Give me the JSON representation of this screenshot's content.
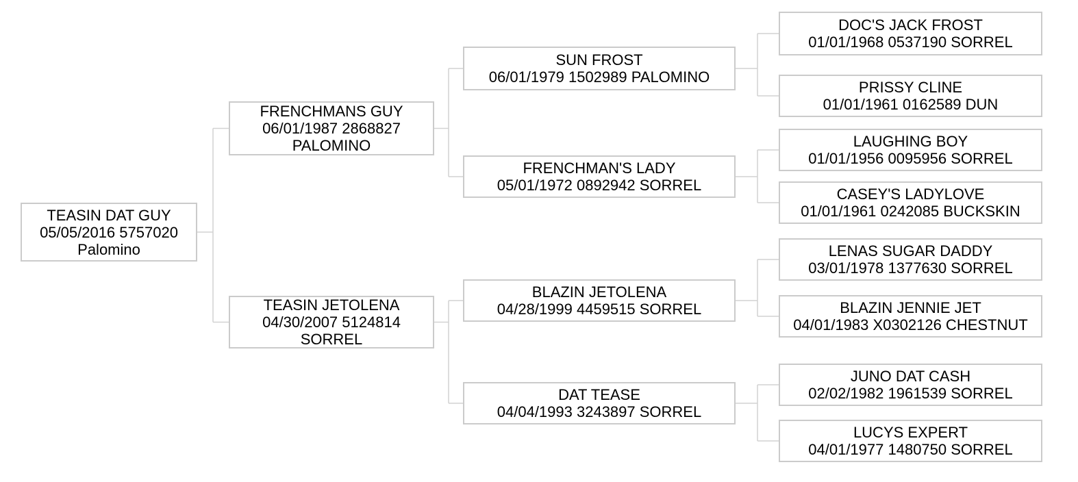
{
  "pedigree": {
    "nodes": [
      {
        "id": "subject",
        "generation": 1,
        "relation": "subject",
        "name": "TEASIN DAT GUY",
        "foaled": "05/05/2016",
        "reg_number": "5757020",
        "coat_color": "Palomino",
        "lines": [
          "TEASIN DAT GUY",
          "05/05/2016 5757020",
          "Palomino"
        ]
      },
      {
        "id": "sire",
        "generation": 2,
        "relation": "sire",
        "name": "FRENCHMANS GUY",
        "foaled": "06/01/1987",
        "reg_number": "2868827",
        "coat_color": "PALOMINO",
        "lines": [
          "FRENCHMANS GUY",
          "06/01/1987 2868827",
          "PALOMINO"
        ]
      },
      {
        "id": "dam",
        "generation": 2,
        "relation": "dam",
        "name": "TEASIN JETOLENA",
        "foaled": "04/30/2007",
        "reg_number": "5124814",
        "coat_color": "SORREL",
        "lines": [
          "TEASIN JETOLENA",
          "04/30/2007 5124814",
          "SORREL"
        ]
      },
      {
        "id": "sire_sire",
        "generation": 3,
        "relation": "sire's sire",
        "name": "SUN FROST",
        "foaled": "06/01/1979",
        "reg_number": "1502989",
        "coat_color": "PALOMINO",
        "lines": [
          "SUN FROST",
          "06/01/1979 1502989 PALOMINO"
        ]
      },
      {
        "id": "sire_dam",
        "generation": 3,
        "relation": "sire's dam",
        "name": "FRENCHMAN'S LADY",
        "foaled": "05/01/1972",
        "reg_number": "0892942",
        "coat_color": "SORREL",
        "lines": [
          "FRENCHMAN'S LADY",
          "05/01/1972 0892942 SORREL"
        ]
      },
      {
        "id": "dam_sire",
        "generation": 3,
        "relation": "dam's sire",
        "name": "BLAZIN JETOLENA",
        "foaled": "04/28/1999",
        "reg_number": "4459515",
        "coat_color": "SORREL",
        "lines": [
          "BLAZIN JETOLENA",
          "04/28/1999 4459515 SORREL"
        ]
      },
      {
        "id": "dam_dam",
        "generation": 3,
        "relation": "dam's dam",
        "name": "DAT TEASE",
        "foaled": "04/04/1993",
        "reg_number": "3243897",
        "coat_color": "SORREL",
        "lines": [
          "DAT TEASE",
          "04/04/1993 3243897 SORREL"
        ]
      },
      {
        "id": "sire_sire_sire",
        "generation": 4,
        "relation": "sire's sire's sire",
        "name": "DOC'S JACK FROST",
        "foaled": "01/01/1968",
        "reg_number": "0537190",
        "coat_color": "SORREL",
        "lines": [
          "DOC'S JACK FROST",
          "01/01/1968 0537190 SORREL"
        ]
      },
      {
        "id": "sire_sire_dam",
        "generation": 4,
        "relation": "sire's sire's dam",
        "name": "PRISSY CLINE",
        "foaled": "01/01/1961",
        "reg_number": "0162589",
        "coat_color": "DUN",
        "lines": [
          "PRISSY CLINE",
          "01/01/1961 0162589 DUN"
        ]
      },
      {
        "id": "sire_dam_sire",
        "generation": 4,
        "relation": "sire's dam's sire",
        "name": "LAUGHING BOY",
        "foaled": "01/01/1956",
        "reg_number": "0095956",
        "coat_color": "SORREL",
        "lines": [
          "LAUGHING BOY",
          "01/01/1956 0095956 SORREL"
        ]
      },
      {
        "id": "sire_dam_dam",
        "generation": 4,
        "relation": "sire's dam's dam",
        "name": "CASEY'S LADYLOVE",
        "foaled": "01/01/1961",
        "reg_number": "0242085",
        "coat_color": "BUCKSKIN",
        "lines": [
          "CASEY'S LADYLOVE",
          "01/01/1961 0242085 BUCKSKIN"
        ]
      },
      {
        "id": "dam_sire_sire",
        "generation": 4,
        "relation": "dam's sire's sire",
        "name": "LENAS SUGAR DADDY",
        "foaled": "03/01/1978",
        "reg_number": "1377630",
        "coat_color": "SORREL",
        "lines": [
          "LENAS SUGAR DADDY",
          "03/01/1978 1377630 SORREL"
        ]
      },
      {
        "id": "dam_sire_dam",
        "generation": 4,
        "relation": "dam's sire's dam",
        "name": "BLAZIN JENNIE JET",
        "foaled": "04/01/1983",
        "reg_number": "X0302126",
        "coat_color": "CHESTNUT",
        "lines": [
          "BLAZIN JENNIE JET",
          "04/01/1983 X0302126 CHESTNUT"
        ]
      },
      {
        "id": "dam_dam_sire",
        "generation": 4,
        "relation": "dam's dam's sire",
        "name": "JUNO DAT CASH",
        "foaled": "02/02/1982",
        "reg_number": "1961539",
        "coat_color": "SORREL",
        "lines": [
          "JUNO DAT CASH",
          "02/02/1982 1961539 SORREL"
        ]
      },
      {
        "id": "dam_dam_dam",
        "generation": 4,
        "relation": "dam's dam's dam",
        "name": "LUCYS EXPERT",
        "foaled": "04/01/1977",
        "reg_number": "1480750",
        "coat_color": "SORREL",
        "lines": [
          "LUCYS EXPERT",
          "04/01/1977 1480750 SORREL"
        ]
      }
    ],
    "edges": [
      [
        "subject",
        "sire"
      ],
      [
        "subject",
        "dam"
      ],
      [
        "sire",
        "sire_sire"
      ],
      [
        "sire",
        "sire_dam"
      ],
      [
        "dam",
        "dam_sire"
      ],
      [
        "dam",
        "dam_dam"
      ],
      [
        "sire_sire",
        "sire_sire_sire"
      ],
      [
        "sire_sire",
        "sire_sire_dam"
      ],
      [
        "sire_dam",
        "sire_dam_sire"
      ],
      [
        "sire_dam",
        "sire_dam_dam"
      ],
      [
        "dam_sire",
        "dam_sire_sire"
      ],
      [
        "dam_sire",
        "dam_sire_dam"
      ],
      [
        "dam_dam",
        "dam_dam_sire"
      ],
      [
        "dam_dam",
        "dam_dam_dam"
      ]
    ]
  },
  "colors": {
    "background": "#ffffff",
    "box_border": "#cbcbcb",
    "connector_line": "#d2d2d2",
    "text": "#000000"
  }
}
